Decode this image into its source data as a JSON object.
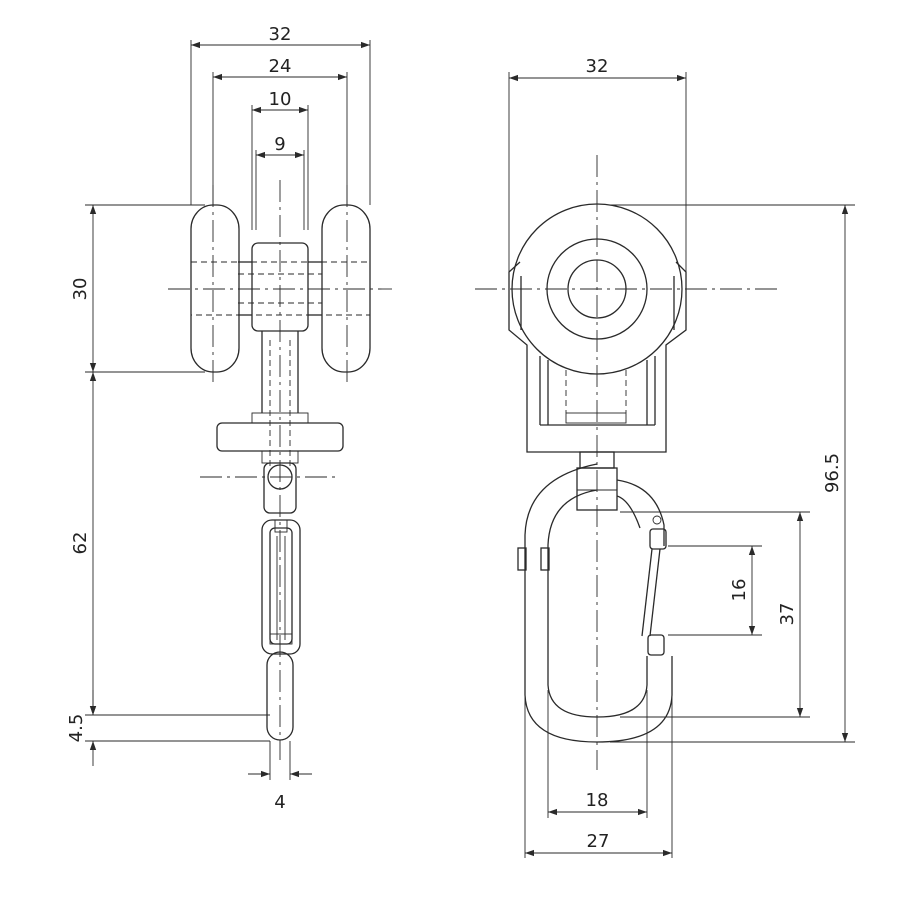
{
  "drawing": {
    "side_view": {
      "dims": {
        "overall_width": "32",
        "wheel_span": "24",
        "hub_width_outer": "10",
        "hub_width_inner": "9",
        "wheel_diameter": "30",
        "body_length": "62",
        "pin_offset": "4.5",
        "wire_diameter": "4"
      }
    },
    "front_view": {
      "dims": {
        "wheel_width": "32",
        "overall_height": "96.5",
        "hook_inner_length": "37",
        "gate_opening": "16",
        "hook_inner_width": "18",
        "hook_outer_width": "27"
      }
    }
  }
}
